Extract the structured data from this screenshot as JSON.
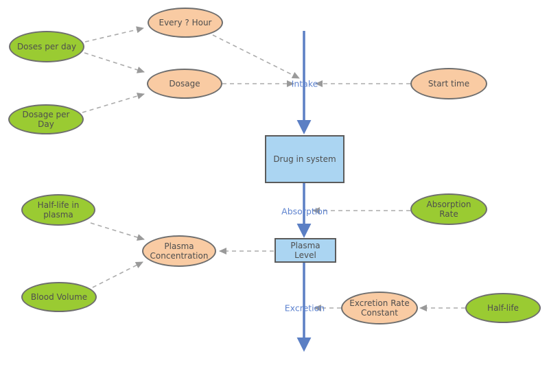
{
  "diagram": {
    "title": "drug-in-system-stock-flow-diagram",
    "nodes": {
      "doses_per_day": {
        "label": "Doses per day",
        "type": "variable-green"
      },
      "every_hour": {
        "label": "Every ? Hour",
        "type": "variable-peach"
      },
      "dosage": {
        "label": "Dosage",
        "type": "variable-peach"
      },
      "dosage_per_day": {
        "label": "Dosage per Day",
        "type": "variable-green"
      },
      "start_time": {
        "label": "Start time",
        "type": "variable-peach"
      },
      "drug_in_system": {
        "label": "Drug in system",
        "type": "stock"
      },
      "plasma_level": {
        "label": "Plasma Level",
        "type": "stock"
      },
      "absorption_rate": {
        "label": "Absorption Rate",
        "type": "variable-green"
      },
      "half_life_in_plasma": {
        "label": "Half-life in plasma",
        "type": "variable-green"
      },
      "plasma_concentration": {
        "label": "Plasma Concentration",
        "type": "variable-peach"
      },
      "blood_volume": {
        "label": "Blood Volume",
        "type": "variable-green"
      },
      "excretion_rate_constant": {
        "label": "Excretion Rate Constant",
        "type": "variable-peach"
      },
      "half_life": {
        "label": "Half-life",
        "type": "variable-green"
      }
    },
    "flows": {
      "intake": {
        "label": "Intake"
      },
      "absorption": {
        "label": "Absorption"
      },
      "excretion": {
        "label": "Excretion"
      }
    },
    "colors": {
      "green_fill": "#9ACB32",
      "peach_fill": "#F9CBA3",
      "box_fill": "#ABD5F2",
      "node_border": "#6E6E6E",
      "box_border": "#5B5B5B",
      "flow_blue": "#5B7FC4",
      "flow_label": "#5E83CF",
      "connector_gray": "#ABABAB",
      "connector_arrow": "#9A9A9A",
      "text": "#4E4E4E"
    }
  }
}
